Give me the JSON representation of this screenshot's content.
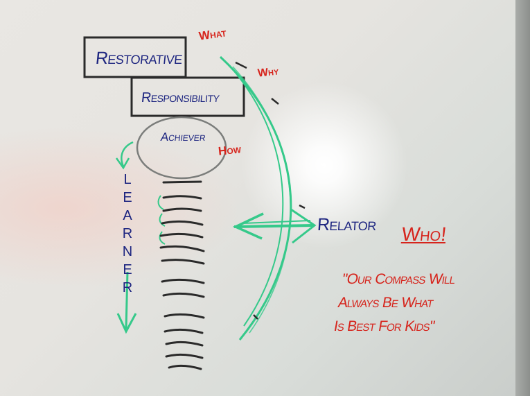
{
  "colors": {
    "board": "#e7e5e1",
    "marker_blue": "#1d2580",
    "marker_red": "#d6241c",
    "marker_green": "#35c98a",
    "marker_black": "#2a2a2a"
  },
  "whiteboard": {
    "box_top": "Restorative",
    "box_middle": "Responsibility",
    "oval": "Achiever",
    "vertical_word_letters": [
      "L",
      "E",
      "A",
      "R",
      "N",
      "E",
      "R"
    ],
    "right_label": "Relator",
    "label_what": "What",
    "label_why": "Why",
    "label_how": "How",
    "label_who": "Who!",
    "quote_lines": [
      "\"Our Compass Will",
      "Always Be What",
      "Is Best For Kids\""
    ]
  }
}
